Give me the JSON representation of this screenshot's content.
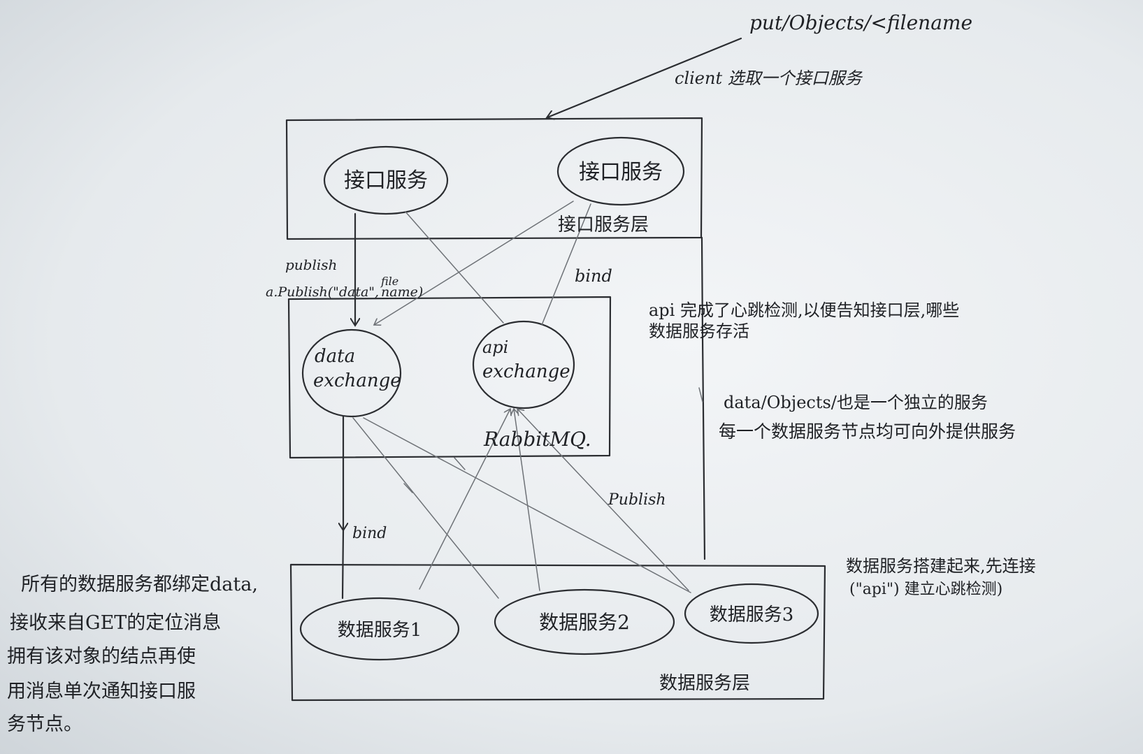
{
  "top_note": {
    "request": "put/Objects/<filename",
    "client": "client 选取一个接口服务"
  },
  "interface_layer": {
    "node_left": "接口服务",
    "node_right": "接口服务",
    "layer_label": "接口服务层"
  },
  "edge_labels": {
    "publish": "publish",
    "publish_call_prefix": "a.Publish(\"data\",",
    "publish_call_file": "file",
    "publish_call_name": "name)",
    "bind_top": "bind",
    "bind_bottom": "bind",
    "publish_bottom": "Publish"
  },
  "rabbitmq": {
    "data_exchange_1": "data",
    "data_exchange_2": "exchange",
    "api_exchange_1": "api",
    "api_exchange_2": "exchange",
    "label": "RabbitMQ."
  },
  "notes_right": {
    "api_line1": "api 完成了心跳检测,以便告知接口层,哪些",
    "api_line2": "数据服务存活",
    "data_line1": "data/Objects/也是一个独立的服务",
    "data_line2": "每一个数据服务节点均可向外提供服务",
    "startup_line1": "数据服务搭建起来,先连接",
    "startup_line2": "(\"api\") 建立心跳检测)"
  },
  "data_layer": {
    "node_1": "数据服务1",
    "node_2": "数据服务2",
    "node_3": "数据服务3",
    "layer_label": "数据服务层"
  },
  "notes_left": {
    "line1": "所有的数据服务都绑定data,",
    "line2": "接收来自GET的定位消息",
    "line3": "拥有该对象的结点再使",
    "line4": "用消息单次通知接口服",
    "line5": "务节点。"
  }
}
